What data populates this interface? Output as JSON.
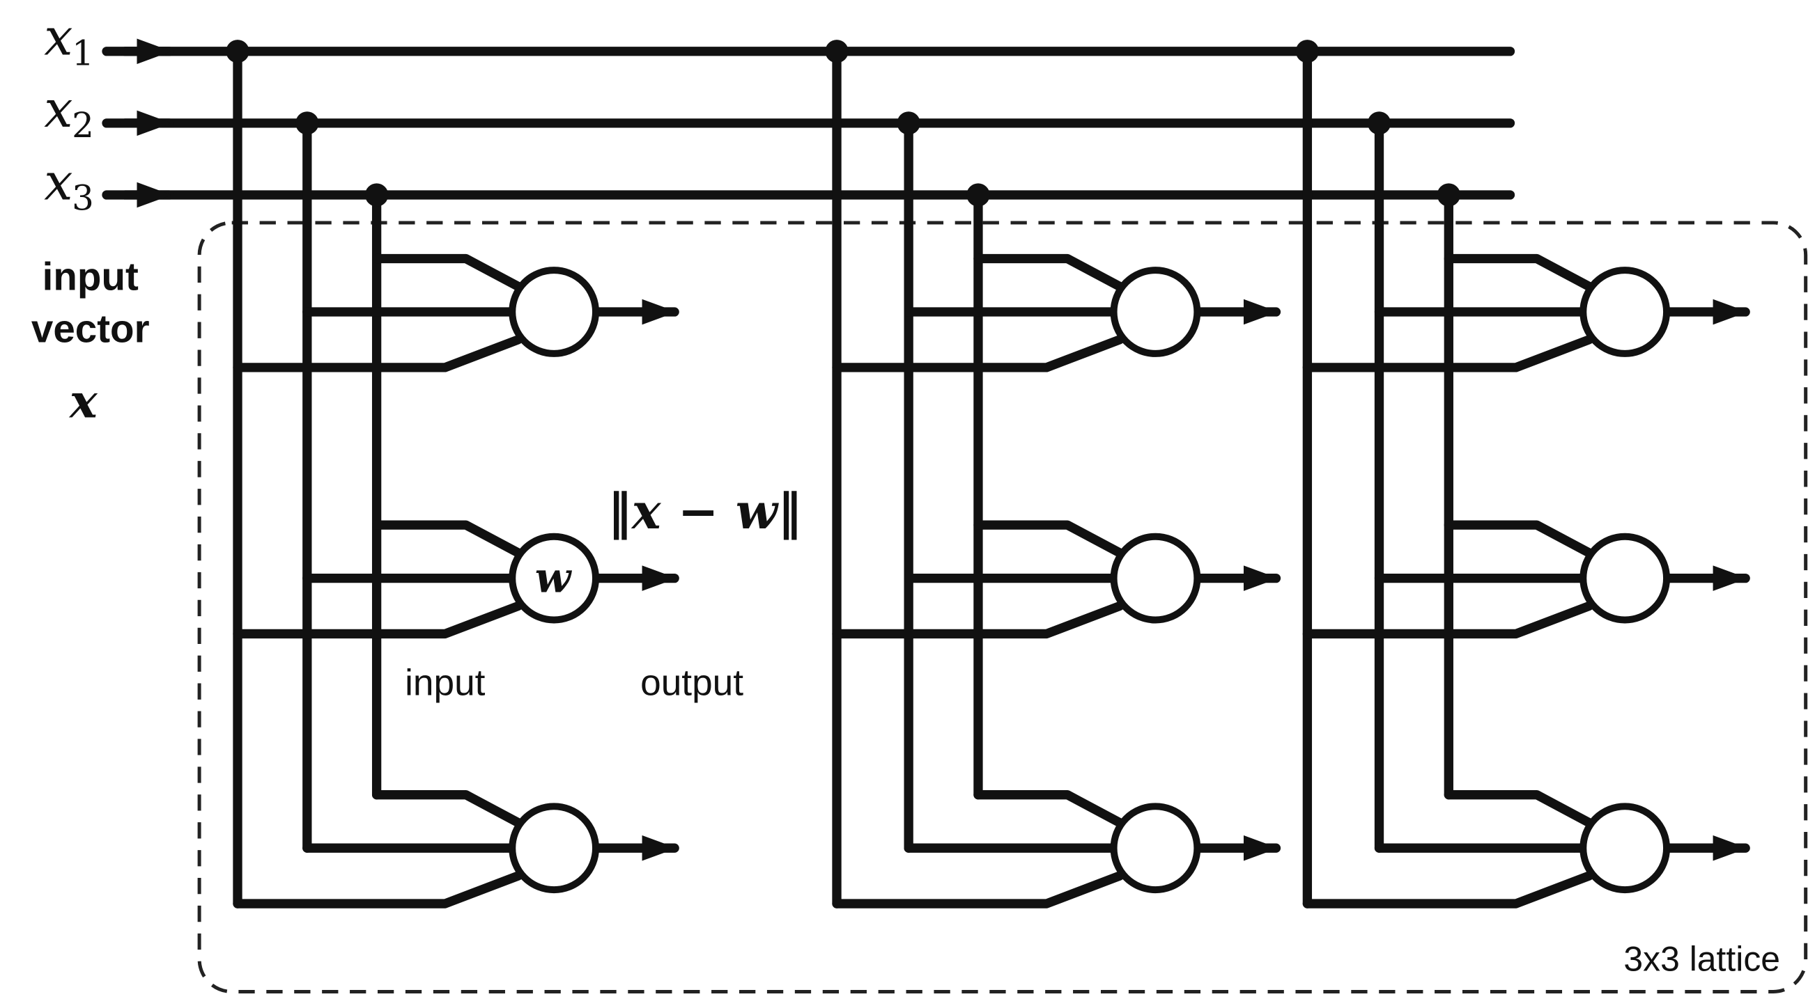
{
  "inputs": [
    {
      "symbol": "x",
      "index": "1"
    },
    {
      "symbol": "x",
      "index": "2"
    },
    {
      "symbol": "x",
      "index": "3"
    }
  ],
  "input_vector_label": {
    "line1": "input",
    "line2": "vector",
    "symbol": "x"
  },
  "neuron_weight_label": "w",
  "distance_label": "‖x − w‖",
  "neuron_input_label": "input",
  "neuron_output_label": "output",
  "lattice_label": "3x3 lattice",
  "lattice": {
    "rows": 3,
    "cols": 3
  }
}
